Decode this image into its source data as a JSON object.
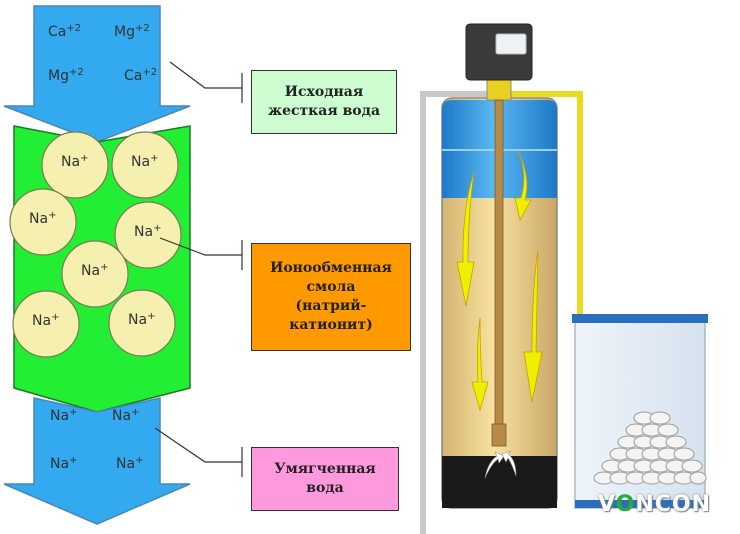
{
  "ions_top": [
    {
      "text": "Ca+2",
      "sym": "Ca",
      "sup": "+2"
    },
    {
      "text": "Mg+2",
      "sym": "Mg",
      "sup": "+2"
    },
    {
      "text": "Mg+2",
      "sym": "Mg",
      "sup": "+2"
    },
    {
      "text": "Ca+2",
      "sym": "Ca",
      "sup": "+2"
    }
  ],
  "ions_resin": [
    {
      "sym": "Na",
      "sup": "+"
    },
    {
      "sym": "Na",
      "sup": "+"
    },
    {
      "sym": "Na",
      "sup": "+"
    },
    {
      "sym": "Na",
      "sup": "+"
    },
    {
      "sym": "Na",
      "sup": "+"
    },
    {
      "sym": "Na",
      "sup": "+"
    },
    {
      "sym": "Na",
      "sup": "+"
    }
  ],
  "ions_bottom": [
    {
      "sym": "Na",
      "sup": "+"
    },
    {
      "sym": "Na",
      "sup": "+"
    },
    {
      "sym": "Na",
      "sup": "+"
    },
    {
      "sym": "Na",
      "sup": "+"
    }
  ],
  "labels": {
    "hard_water": [
      "Исходная",
      "жесткая вода"
    ],
    "resin": [
      "Ионообменная",
      "смола",
      "(натрий-",
      "катионит)"
    ],
    "soft_water": [
      "Умягченная",
      "вода"
    ]
  },
  "logo": {
    "prefix": "V",
    "mark": "O",
    "suffix": "NCON"
  },
  "colors": {
    "arrow_blue": "#33aaf0",
    "resin_green": "#22ee33",
    "bead_fill": "#f6f0b0",
    "hard_box": "#cdfcd0",
    "resin_box": "#ff9900",
    "soft_box": "#ff99dd",
    "tank_sand": "#f0d080",
    "tank_water": "#3aa0e8",
    "flow_arrow": "#eef000"
  }
}
